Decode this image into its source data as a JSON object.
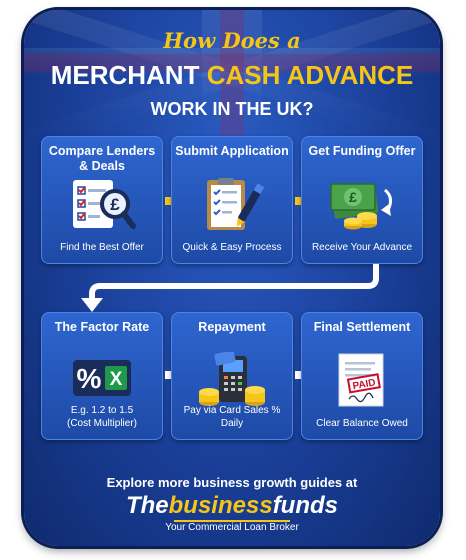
{
  "header": {
    "line1": "How Does a",
    "line2_white": "MERCHANT ",
    "line2_yellow": "CASH ADVANCE",
    "line3": "WORK IN THE UK?"
  },
  "steps": [
    {
      "title": "Compare Lenders\n& Deals",
      "subtitle": "Find the Best Offer",
      "icon": "checklist-magnifier-pound-icon"
    },
    {
      "title": "Submit Application",
      "subtitle": "Quick & Easy Process",
      "icon": "clipboard-pen-icon"
    },
    {
      "title": "Get Funding Offer",
      "subtitle": "Receive Your Advance",
      "icon": "banknotes-coins-icon"
    },
    {
      "title": "The Factor Rate",
      "subtitle": "E.g. 1.2 to 1.5\n(Cost Multiplier)",
      "icon": "percent-x-icon"
    },
    {
      "title": "Repayment",
      "subtitle": "Pay via Card Sales % Daily",
      "icon": "card-terminal-coins-icon"
    },
    {
      "title": "Final Settlement",
      "subtitle": "Clear Balance Owed",
      "icon": "paid-document-icon"
    }
  ],
  "icon_text": {
    "pound": "£",
    "percent": "%",
    "x_mark": "X",
    "paid": "PAID"
  },
  "footer": {
    "line1": "Explore more business growth guides at",
    "brand_white": "The",
    "brand_yellow": "business",
    "brand_white2": "funds",
    "tagline": "Your Commercial Loan Broker"
  },
  "colors": {
    "accent": "#f5c518",
    "background": "#1a3f98",
    "card": "#2a5ec4",
    "arrow": "#f5c518"
  }
}
